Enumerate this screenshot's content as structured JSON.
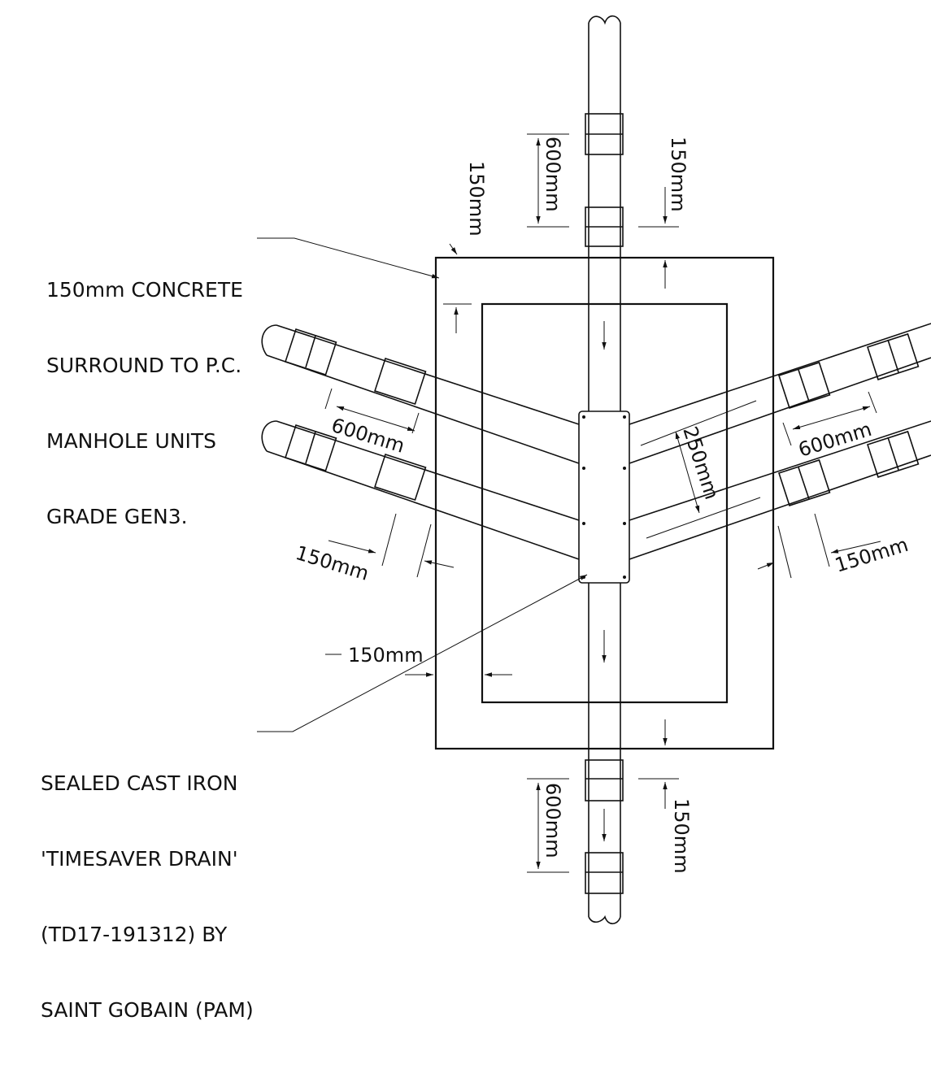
{
  "notes": {
    "concrete": [
      "150mm CONCRETE",
      "SURROUND TO P.C.",
      "MANHOLE UNITS",
      "GRADE GEN3."
    ],
    "drain": [
      "SEALED CAST IRON",
      "'TIMESAVER DRAIN'",
      "(TD17-191312) BY",
      "SAINT GOBAIN (PAM)"
    ]
  },
  "dimensions": {
    "top_pipe_length": "600mm",
    "top_clearance": "150mm",
    "top_wall": "150mm",
    "left_pipe_length": "600mm",
    "left_wall": "150mm",
    "left_mid_wall": "150mm",
    "right_branch_spacing": "250mm",
    "right_pipe_length": "600mm",
    "right_wall": "150mm",
    "bottom_pipe_length": "600mm",
    "bottom_clearance": "150mm"
  }
}
